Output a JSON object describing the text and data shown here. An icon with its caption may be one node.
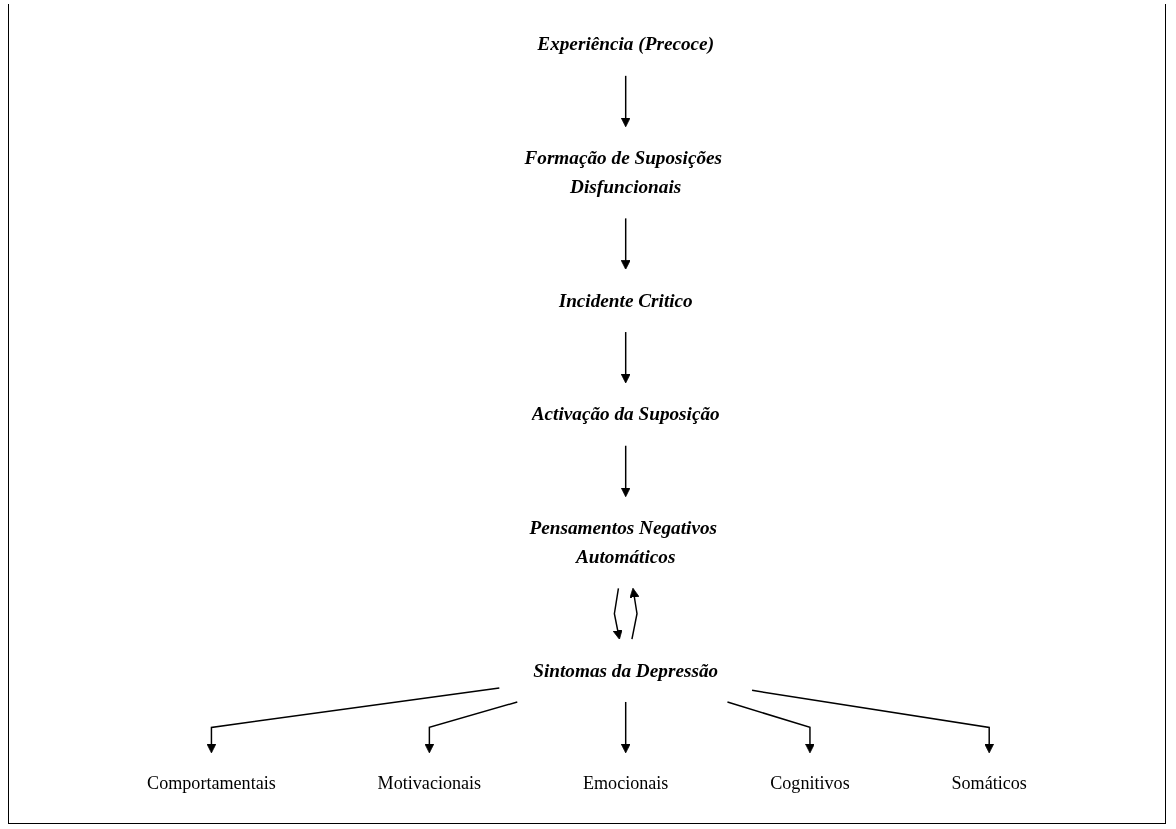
{
  "diagram": {
    "nodes": [
      {
        "text": [
          "Experiência (Precoce)"
        ]
      },
      {
        "text": [
          "Formação de Suposições Disfuncionais"
        ]
      },
      {
        "text": [
          "Incidente Critico"
        ]
      },
      {
        "text": [
          "Activação da Suposição"
        ]
      },
      {
        "text": [
          "Pensamentos Negativos Automáticos"
        ]
      },
      {
        "text": [
          "Sintomas da Depressão"
        ]
      },
      {
        "text": [
          "Comportamentais"
        ]
      },
      {
        "text": [
          "Motivacionais"
        ]
      },
      {
        "text": [
          "Emocionais"
        ]
      },
      {
        "text": [
          "Cognitivos"
        ]
      },
      {
        "text": [
          "Somáticos"
        ]
      }
    ],
    "edges": [
      {
        "from": 0,
        "to": 1,
        "arrow": "to"
      },
      {
        "from": 1,
        "to": 2,
        "arrow": "to"
      },
      {
        "from": 2,
        "to": 3,
        "arrow": "to"
      },
      {
        "from": 3,
        "to": 4,
        "arrow": "to"
      },
      {
        "from": 5,
        "to": 4,
        "arrow": "to"
      },
      {
        "from": 4,
        "to": 5,
        "arrow": "to"
      },
      {
        "from": 5,
        "to": 6,
        "arrow": "to"
      },
      {
        "from": 5,
        "to": 7,
        "arrow": "to"
      },
      {
        "from": 5,
        "to": 8,
        "arrow": "to"
      },
      {
        "from": 5,
        "to": 9,
        "arrow": "to"
      },
      {
        "from": 5,
        "to": 10,
        "arrow": "to"
      }
    ]
  }
}
